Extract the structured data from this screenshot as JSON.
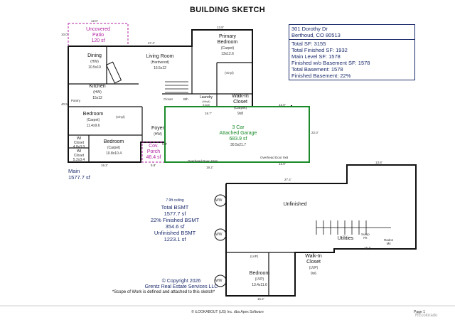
{
  "title": "BUILDING SKETCH",
  "summary": {
    "address1": "301 Dorothy Dr",
    "address2": "Berthoud, CO 80513",
    "lines": [
      "Total SF: 3155",
      "Total Finished SF: 1932",
      "Main Level SF: 1578",
      "Finished w/o Basement SF: 1578",
      "Total Basement: 1578",
      "Finished Basement: 22%"
    ]
  },
  "patio": {
    "name": "Uncovered",
    "name2": "Patio",
    "area": "120 sf",
    "dim_top": "12.0'",
    "dim_side": "10.0'"
  },
  "rooms": {
    "dining": {
      "name": "Dining",
      "floor": "(HW)",
      "size": "10.5x10"
    },
    "living": {
      "name": "Living Room",
      "floor": "(Hardwood)",
      "size": "16.5x12"
    },
    "kitchen": {
      "name": "Kitchen",
      "floor": "(HW)",
      "size": "15x12"
    },
    "pantry": {
      "name": "Pantry"
    },
    "bedroom1": {
      "name": "Bedroom",
      "floor": "(Carpet)",
      "size": "11.4x9.6"
    },
    "vinyl1": {
      "name": "(Vinyl)"
    },
    "foyer": {
      "name": "Foyer",
      "floor": "(HW)"
    },
    "bedroom2": {
      "name": "Bedroom",
      "floor": "(Carpet)",
      "size": "10.8x10.4"
    },
    "wi1": {
      "name": "WI",
      "name2": "Closet",
      "size": "4.8x3.9"
    },
    "wi2": {
      "name": "WI",
      "name2": "Closet",
      "size": "5.2x3.4"
    },
    "primary": {
      "name": "Primary",
      "name2": "Bedroom",
      "floor": "(Carpet)",
      "size": "13x12.6"
    },
    "vinyl2": {
      "name": "(Vinyl)"
    },
    "closet": {
      "name": "Closet"
    },
    "bth": {
      "name": "Bth"
    },
    "laundry": {
      "name": "Laundry",
      "floor": "(Vinyl)",
      "size": "5.8x5"
    },
    "walkin": {
      "name": "Walk-In",
      "name2": "Closet",
      "floor": "(Carpet)",
      "size": "9x8"
    },
    "covporch": {
      "name": "Cov.",
      "name2": "Porch",
      "area": "46.4 sf"
    }
  },
  "garage": {
    "name": "3 Car",
    "name2": "Attached Garage",
    "area": "683.9 sf",
    "size": "30.5x21.7",
    "door1": "Overhead Door 10x8",
    "door2": "Overhead Door 9x8"
  },
  "main_label": {
    "name": "Main",
    "area": "1577.7 sf"
  },
  "basement_info": {
    "ceiling": "7.9ft ceiling",
    "total_label": "Total BSMT",
    "total_area": "1577.7 sf",
    "finished_label": "22% Finished BSMT",
    "finished_area": "354.6 sf",
    "unfinished_label": "Unfinished BSMT",
    "unfinished_area": "1223.1 sf"
  },
  "basement": {
    "unfinished": "Unfinished",
    "utilities": "Utilities",
    "sump": "Sump",
    "sump2": "Pit",
    "radon": "Radon",
    "radon2": "Mit",
    "bedroom": {
      "name": "Bedroom",
      "floor": "(LVP)",
      "size": "13.4x11.6"
    },
    "lvp": "(LVP)",
    "walkin": {
      "name": "Walk-In",
      "name2": "Closet",
      "floor": "(LVP)",
      "size": "9x6"
    },
    "ww": "WW"
  },
  "dims": {
    "d274a": "27.4'",
    "d138a": "13.8'",
    "d405": "40.5'",
    "d162a": "16.2'",
    "d187a": "18.7'",
    "d120a": "12.0'",
    "d192": "19.2'",
    "d120b": "12.0'",
    "d274b": "27.4'",
    "d138b": "13.8'",
    "d162b": "16.2'",
    "d187b": "18.7'",
    "d59": "5.9'",
    "d58": "5.8'",
    "d220": "22.0'"
  },
  "copyright": {
    "line1": "© Copyright 2026",
    "line2": "Grentz Real Estate Services LLC",
    "line3": "*Scope of Work is defined and attached to this sketch*"
  },
  "footer": {
    "center": "© iLOOKABOUT (US) Inc. dba Apex Software",
    "page": "Page 1",
    "watermark": "REcolorado"
  }
}
